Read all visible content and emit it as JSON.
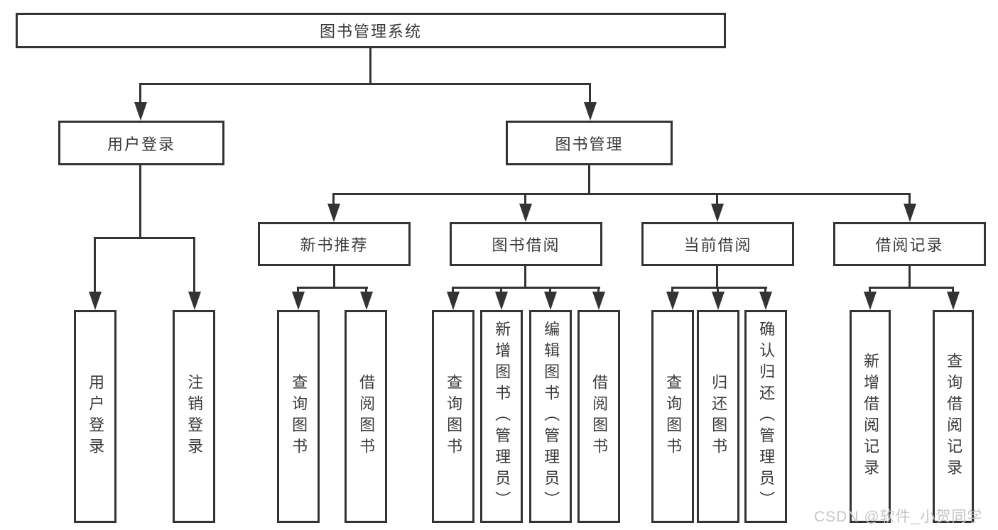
{
  "diagram": {
    "title": "图书管理系统",
    "root": {
      "label": "图书管理系统"
    },
    "level2": {
      "user_login": {
        "label": "用户登录"
      },
      "book_management": {
        "label": "图书管理"
      }
    },
    "level3": {
      "new_books": {
        "label": "新书推荐"
      },
      "book_borrow": {
        "label": "图书借阅"
      },
      "current_borrow": {
        "label": "当前借阅"
      },
      "borrow_records": {
        "label": "借阅记录"
      }
    },
    "leaves": {
      "user_login": [
        "用户登录",
        "注销登录"
      ],
      "new_books": [
        "查询图书",
        "借阅图书"
      ],
      "book_borrow": [
        "查询图书",
        "新增图书（管理员）",
        "编辑图书（管理员）",
        "借阅图书"
      ],
      "current_borrow": [
        "查询图书",
        "归还图书",
        "确认归还（管理员）"
      ],
      "borrow_records": [
        "新增借阅记录",
        "查询借阅记录"
      ]
    },
    "watermark": "CSDN @软件_小贺同学",
    "colors": {
      "line": "#333333",
      "border": "#333333",
      "text": "#3a3a3a",
      "watermark": "#c6c6c6",
      "background": "#ffffff"
    }
  }
}
